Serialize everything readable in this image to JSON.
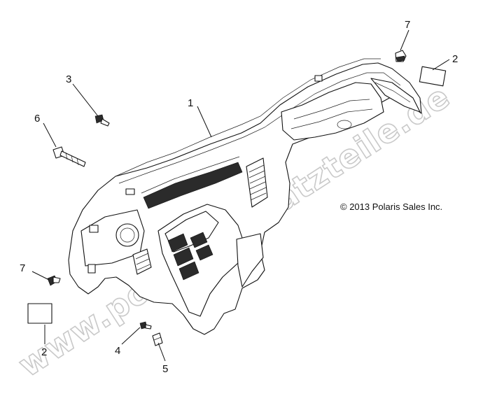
{
  "copyright": "© 2013 Polaris Sales Inc.",
  "watermark": "www.polaris-ersatzteile.de",
  "callouts": [
    {
      "id": "c1",
      "label": "1"
    },
    {
      "id": "c2a",
      "label": "2"
    },
    {
      "id": "c2b",
      "label": "2"
    },
    {
      "id": "c3",
      "label": "3"
    },
    {
      "id": "c4",
      "label": "4"
    },
    {
      "id": "c5",
      "label": "5"
    },
    {
      "id": "c6",
      "label": "6"
    },
    {
      "id": "c7a",
      "label": "7"
    },
    {
      "id": "c7b",
      "label": "7"
    }
  ]
}
